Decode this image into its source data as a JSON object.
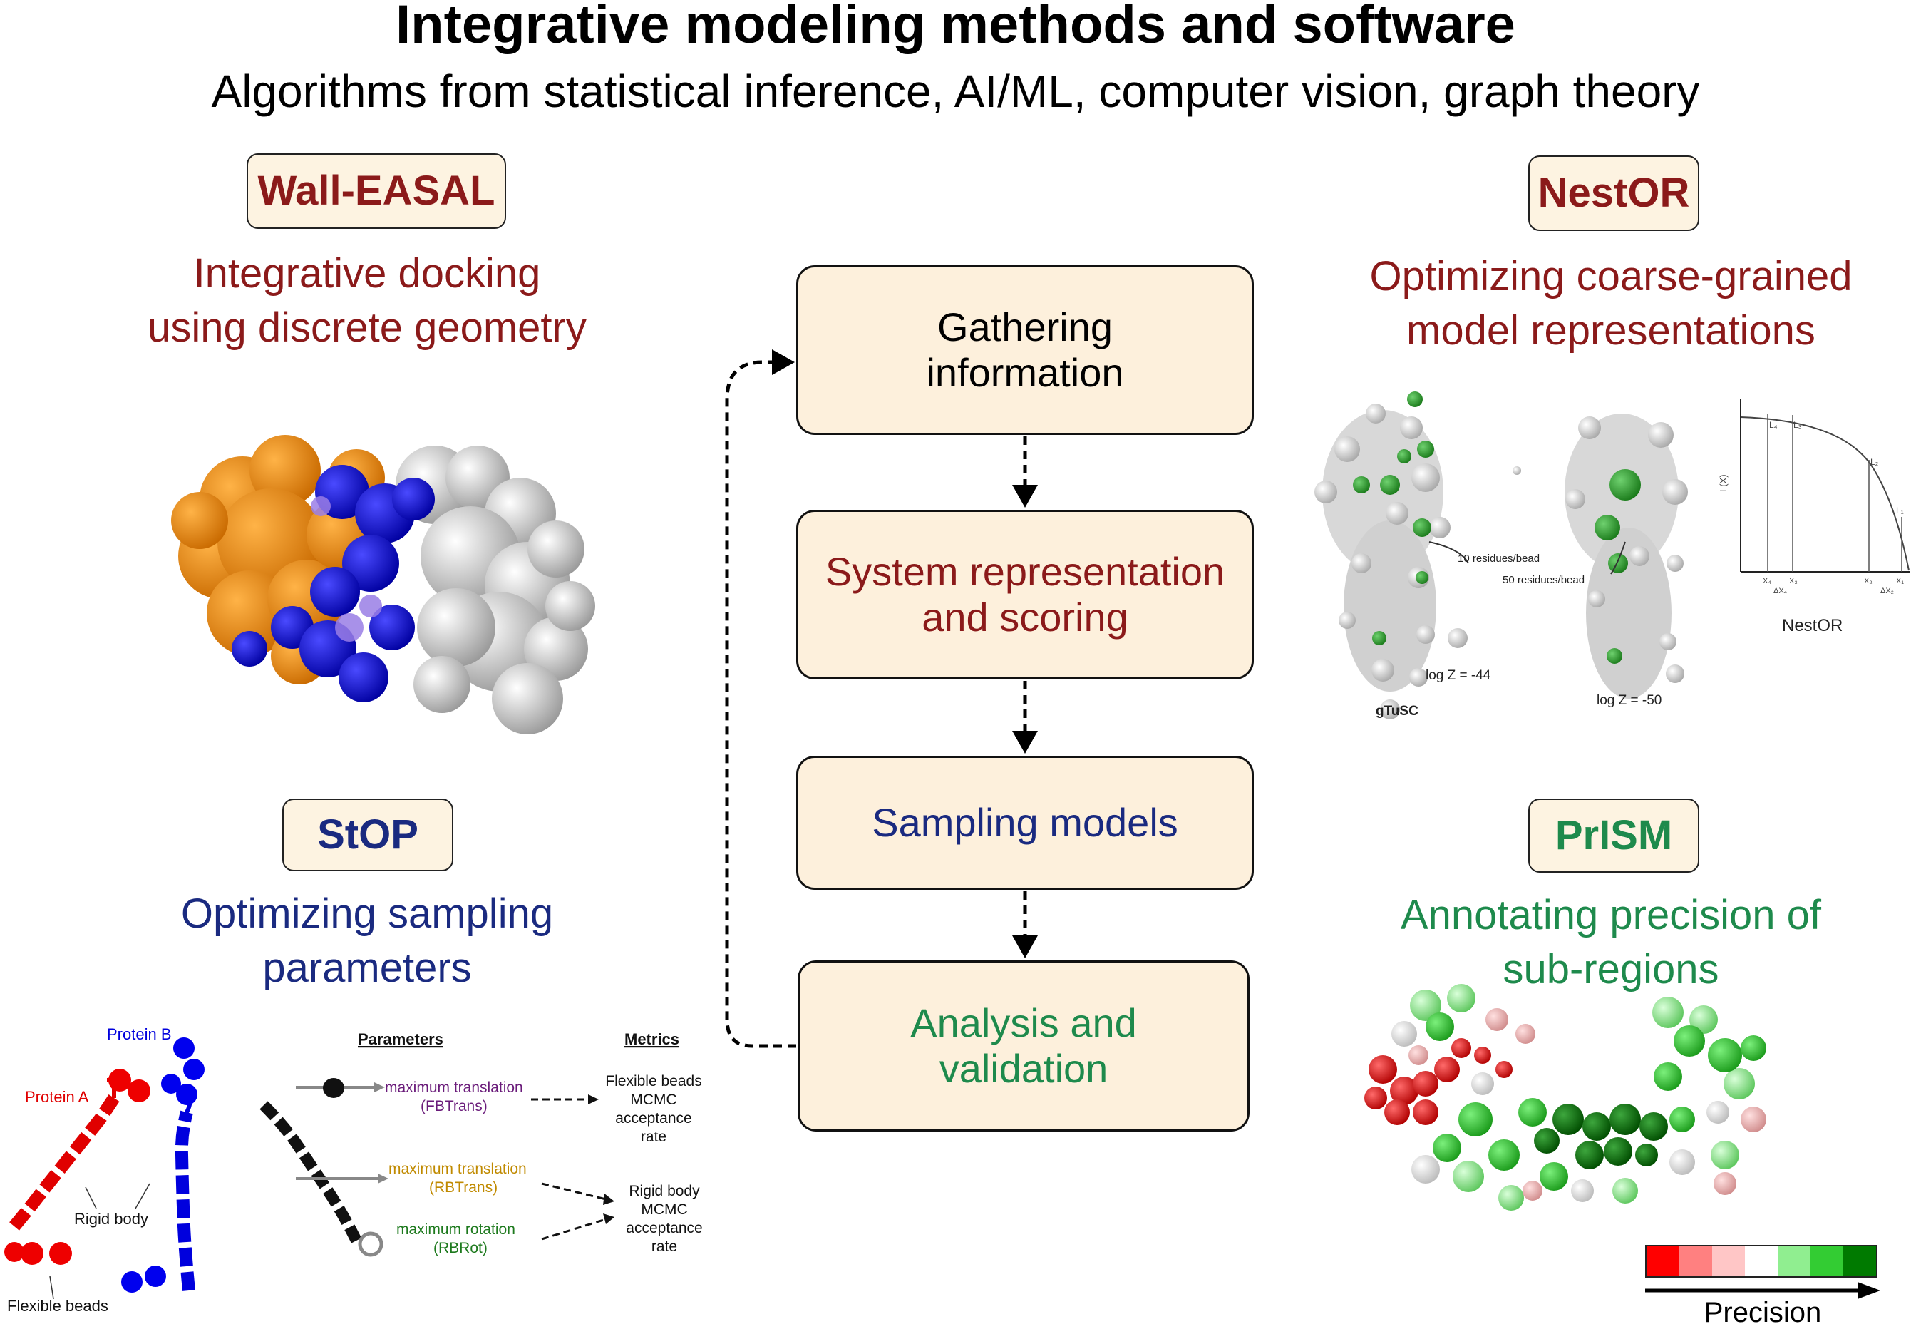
{
  "title": "Integrative modeling methods and software",
  "subtitle": "Algorithms from statistical inference, AI/ML, computer vision, graph theory",
  "colors": {
    "dark_red": "#8b1a1a",
    "dark_blue": "#1a2a80",
    "green": "#1e8a4c",
    "badge_bg": "#fdf3e1",
    "box_bg": "#fdf0dc"
  },
  "tools": {
    "walleasal": {
      "name": "Wall-EASAL",
      "desc1": "Integrative docking",
      "desc2": "using discrete geometry"
    },
    "nestor": {
      "name": "NestOR",
      "desc1": "Optimizing coarse-grained",
      "desc2": "model representations"
    },
    "stop": {
      "name": "StOP",
      "desc1": "Optimizing sampling",
      "desc2": "parameters"
    },
    "prism": {
      "name": "PrISM",
      "desc1": "Annotating precision of",
      "desc2": "sub-regions"
    }
  },
  "flow": {
    "step1": {
      "line1": "Gathering",
      "line2": "information"
    },
    "step2": {
      "line1": "System representation",
      "line2": "and scoring"
    },
    "step3": {
      "line1": "Sampling models"
    },
    "step4": {
      "line1": "Analysis and",
      "line2": "validation"
    }
  },
  "nestor_fig": {
    "label_10": "10 residues/bead",
    "label_50": "50 residues/bead",
    "logz1": "log Z = -44",
    "logz2": "log Z = -50",
    "gtusc": "gTuSC",
    "caption": "NestOR"
  },
  "stop_fig": {
    "protein_a": "Protein A",
    "protein_b": "Protein B",
    "rigid_body": "Rigid body",
    "flexible_beads": "Flexible beads",
    "parameters_header": "Parameters",
    "metrics_header": "Metrics",
    "param1": "maximum translation",
    "param1_code": "(FBTrans)",
    "param2": "maximum translation",
    "param2_code": "(RBTrans)",
    "param3": "maximum rotation",
    "param3_code": "(RBRot)",
    "metric1": [
      "Flexible beads",
      "MCMC",
      "acceptance",
      "rate"
    ],
    "metric2": [
      "Rigid body",
      "MCMC",
      "acceptance",
      "rate"
    ]
  },
  "prism_fig": {
    "legend_label": "Precision",
    "legend_colors": [
      "#ff0000",
      "#ff8080",
      "#ffc6c6",
      "#ffffff",
      "#90ee90",
      "#33cc33",
      "#007a00"
    ]
  }
}
